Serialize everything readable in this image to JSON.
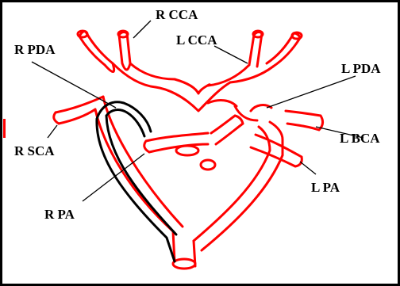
{
  "colors": {
    "vessel_outline": "#ff0000",
    "highlighted_duct": "#000000",
    "label_text": "#000000",
    "background": "#ffffff",
    "frame": "#000000"
  },
  "labels": {
    "r_cca": "R CCA",
    "l_cca": "L CCA",
    "r_pda": "R PDA",
    "l_pda": "L PDA",
    "r_sca": "R SCA",
    "l_bca": "L BCA",
    "r_pa": "R PA",
    "l_pa": "L PA"
  }
}
